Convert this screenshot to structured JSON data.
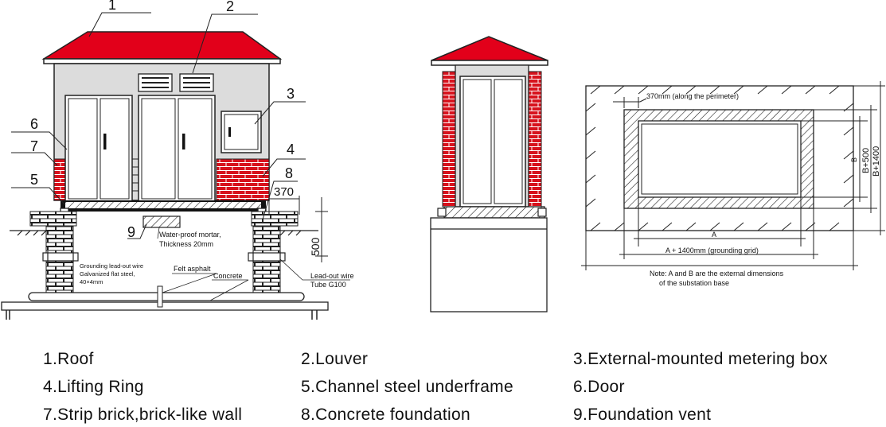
{
  "callouts": [
    "1",
    "2",
    "3",
    "4",
    "5",
    "6",
    "7",
    "8",
    "9"
  ],
  "side_labels": {
    "dim_370": "370",
    "dim_500": "500",
    "mortar_line1": "Water-proof mortar,",
    "mortar_line2": "Thickness 20mm",
    "grounding_line1": "Grounding lead-out wire",
    "grounding_line2": "Galvanized flat steel,",
    "grounding_line3": "40×4mm",
    "felt": "Felt asphalt",
    "concrete": "Concrete",
    "leadout_line1": "Lead-out wire",
    "leadout_line2": "Tube G100"
  },
  "plan_labels": {
    "perimeter": "370mm (along the perimeter)",
    "dim_A": "A",
    "dim_A_grid": "A + 1400mm (grounding grid)",
    "dim_B": "B",
    "dim_B500": "B+500",
    "dim_B1400": "B+1400",
    "note_line1": "Note: A and B are the external dimensions",
    "note_line2": "of the substation base"
  },
  "legend": [
    "1.Roof",
    "2.Louver",
    "3.External-mounted metering box",
    "4.Lifting Ring",
    "5.Channel steel underframe",
    "6.Door",
    "7.Strip brick,brick-like wall",
    "8.Concrete foundation",
    "9.Foundation vent"
  ],
  "colors": {
    "roof_red": "#e2001a",
    "wall_gray": "#dcdcdc",
    "brick_red": "#d7121d",
    "line": "#222222"
  }
}
